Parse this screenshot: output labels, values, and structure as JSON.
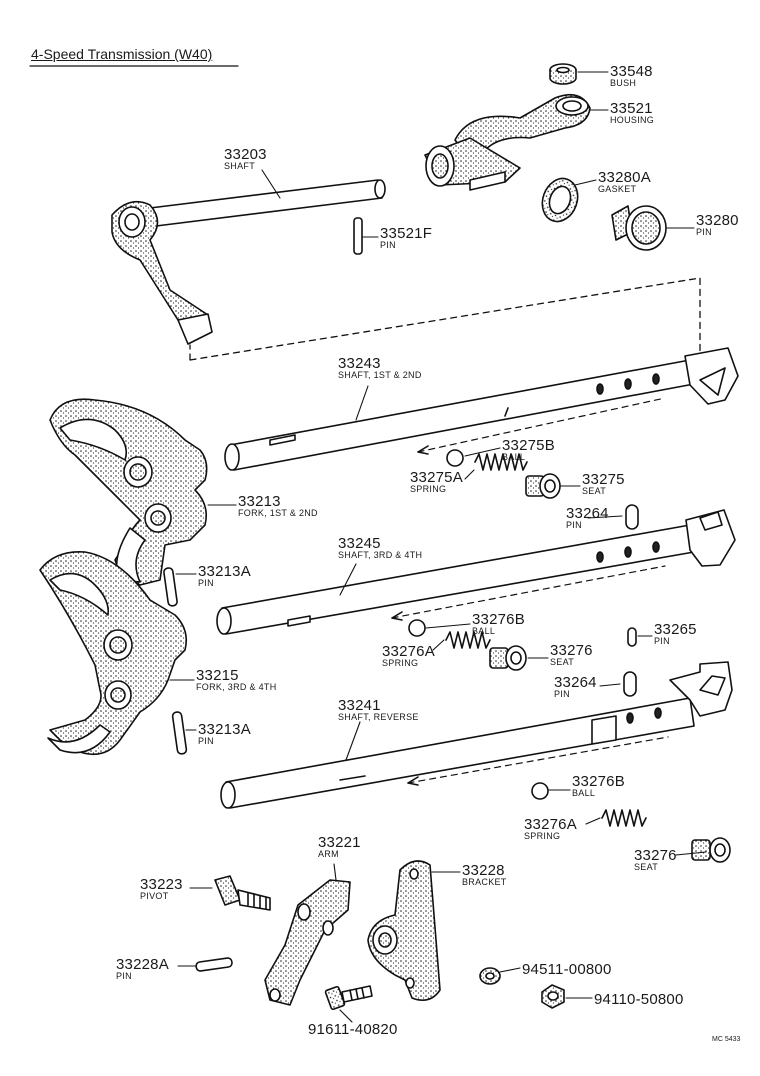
{
  "title": "4-Speed Transmission (W40)",
  "code": "MC 5433",
  "parts": {
    "bush": {
      "num": "33548",
      "desc": "BUSH"
    },
    "housing": {
      "num": "33521",
      "desc": "HOUSING"
    },
    "gasket": {
      "num": "33280A",
      "desc": "GASKET"
    },
    "plug": {
      "num": "33280",
      "desc": "PIN"
    },
    "shaft": {
      "num": "33203",
      "desc": "SHAFT"
    },
    "pin_a": {
      "num": "33521F",
      "desc": "PIN"
    },
    "shaft12": {
      "num": "33243",
      "desc": "SHAFT, 1ST & 2ND"
    },
    "ball1": {
      "num": "33275B",
      "desc": "BALL"
    },
    "spring1": {
      "num": "33275A",
      "desc": "SPRING"
    },
    "seat1": {
      "num": "33275",
      "desc": "SEAT"
    },
    "fork12": {
      "num": "33213",
      "desc": "FORK, 1ST & 2ND"
    },
    "pin_b": {
      "num": "33264",
      "desc": "PIN"
    },
    "shaft34": {
      "num": "33245",
      "desc": "SHAFT, 3RD & 4TH"
    },
    "pin_c": {
      "num": "33213A",
      "desc": "PIN"
    },
    "ball2": {
      "num": "33276B",
      "desc": "BALL"
    },
    "spring2": {
      "num": "33276A",
      "desc": "SPRING"
    },
    "seat2": {
      "num": "33276",
      "desc": "SEAT"
    },
    "pin_d": {
      "num": "33265",
      "desc": "PIN"
    },
    "fork34": {
      "num": "33215",
      "desc": "FORK, 3RD & 4TH"
    },
    "pin_e": {
      "num": "33264",
      "desc": "PIN"
    },
    "shaftrev": {
      "num": "33241",
      "desc": "SHAFT, REVERSE"
    },
    "pin_f": {
      "num": "33213A",
      "desc": "PIN"
    },
    "ball3": {
      "num": "33276B",
      "desc": "BALL"
    },
    "spring3": {
      "num": "33276A",
      "desc": "SPRING"
    },
    "seat3": {
      "num": "33276",
      "desc": "SEAT"
    },
    "arm": {
      "num": "33221",
      "desc": "ARM"
    },
    "bracket": {
      "num": "33228",
      "desc": "BRACKET"
    },
    "pivot": {
      "num": "33223",
      "desc": "PIVOT"
    },
    "pin_g": {
      "num": "33228A",
      "desc": "PIN"
    },
    "washer": {
      "num": "94511-00800",
      "desc": ""
    },
    "nut": {
      "num": "94110-50800",
      "desc": ""
    },
    "bolt": {
      "num": "91611-40820",
      "desc": ""
    }
  }
}
